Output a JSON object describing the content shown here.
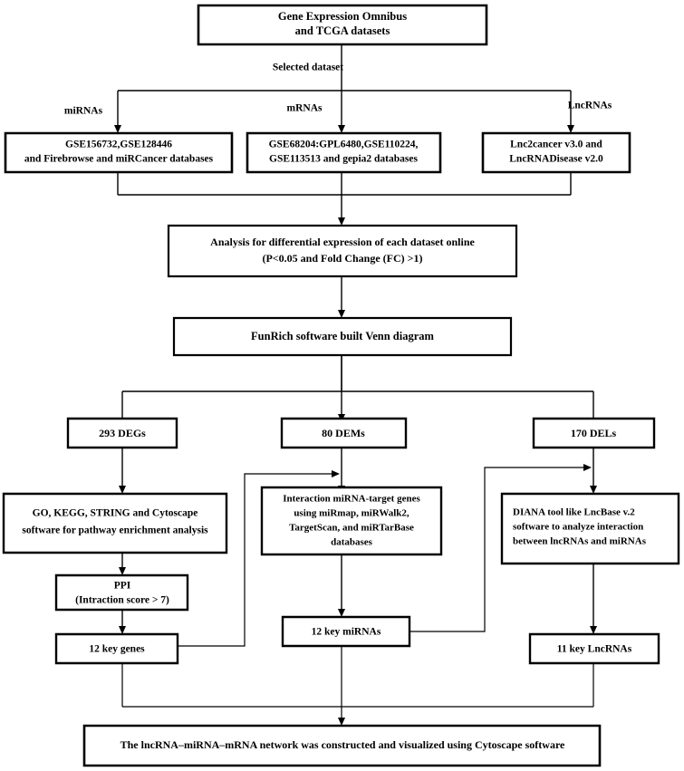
{
  "diagram": {
    "title": "Study workflow flowchart",
    "colors": {
      "background": "#ffffff",
      "stroke": "#000000",
      "text": "#000000"
    },
    "nodes": {
      "source_datasets": {
        "lines": [
          "Gene Expression Omnibus",
          "and TCGA datasets"
        ]
      },
      "mirna_databases": {
        "lines": [
          "GSE156732,GSE128446",
          "and Firebrowse and miRCancer databases"
        ]
      },
      "mrna_databases": {
        "lines": [
          "GSE68204:GPL6480,GSE110224,",
          "GSE113513 and gepia2 databases"
        ]
      },
      "lncrna_databases": {
        "lines": [
          "Lnc2cancer v3.0 and",
          "LncRNADisease v2.0"
        ]
      },
      "differential_analysis": {
        "lines": [
          "Analysis for differential expression of each dataset online",
          "(P<0.05  and Fold Change (FC) >1)"
        ]
      },
      "venn_diagram": {
        "lines": [
          "FunRich software built Venn diagram"
        ]
      },
      "degs": {
        "lines": [
          "293 DEGs"
        ]
      },
      "dems": {
        "lines": [
          "80 DEMs"
        ]
      },
      "dels": {
        "lines": [
          "170 DELs"
        ]
      },
      "pathway_enrichment": {
        "lines": [
          "GO, KEGG, STRING and Cytoscape",
          "software for pathway enrichment analysis"
        ]
      },
      "mirna_target_interaction": {
        "lines": [
          "Interaction miRNA-target genes",
          "using miRmap, miRWalk2,",
          "TargetScan, and miRTarBase",
          "databases"
        ]
      },
      "diana_tool": {
        "lines": [
          "DIANA tool like LncBase v.2",
          "software to analyze interaction",
          "between lncRNAs and miRNAs"
        ]
      },
      "ppi": {
        "lines": [
          "PPI",
          "(Intraction score > 7)"
        ]
      },
      "key_genes": {
        "lines": [
          "12 key genes"
        ]
      },
      "key_mirnas": {
        "lines": [
          "12 key miRNAs"
        ]
      },
      "key_lncrnas": {
        "lines": [
          "11 key LncRNAs"
        ]
      },
      "final_network": {
        "lines": [
          "The lncRNA–miRNA–mRNA network was constructed and visualized using Cytoscape software"
        ]
      }
    },
    "edge_labels": {
      "selected_dataset": "Selected dataset",
      "mirnas": "miRNAs",
      "mrnas": "mRNAs",
      "lncrnas": "LncRNAs"
    }
  }
}
